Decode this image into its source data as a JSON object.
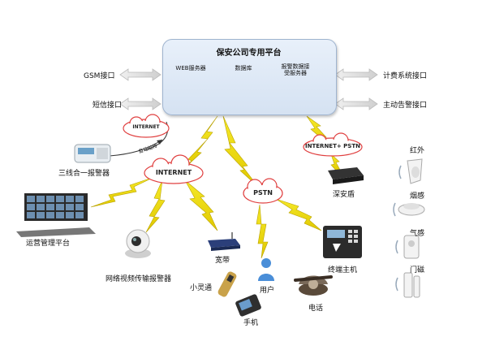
{
  "platform": {
    "title": "保安公司专用平台",
    "servers": [
      {
        "label": "WEB服务器"
      },
      {
        "label": "数据库"
      },
      {
        "label": "报警数据接受服务器"
      }
    ]
  },
  "interfaces": {
    "left": [
      "GSM接口",
      "短信接口"
    ],
    "right": [
      "计费系统接口",
      "主动告警接口"
    ]
  },
  "clouds": {
    "internet_small": "INTERNET",
    "internet_main": "INTERNET",
    "pstn": "PSTN",
    "internet_pstn": "INTERNET+ PSTN"
  },
  "arrow_label": "自动拍传",
  "devices": {
    "alarm3in1": "三线合一报警器",
    "ops_platform": "运营管理平台",
    "video_alarm": "网络视频传输报警器",
    "broadband": "宽带",
    "xiaolingtong": "小灵通",
    "user": "用户",
    "mobile": "手机",
    "phone": "电话",
    "terminal_host": "终端主机",
    "shenanbao": "深安盾"
  },
  "sensors": {
    "infrared": "红外",
    "smoke": "烟感",
    "gas": "气感",
    "door": "门磁"
  }
}
